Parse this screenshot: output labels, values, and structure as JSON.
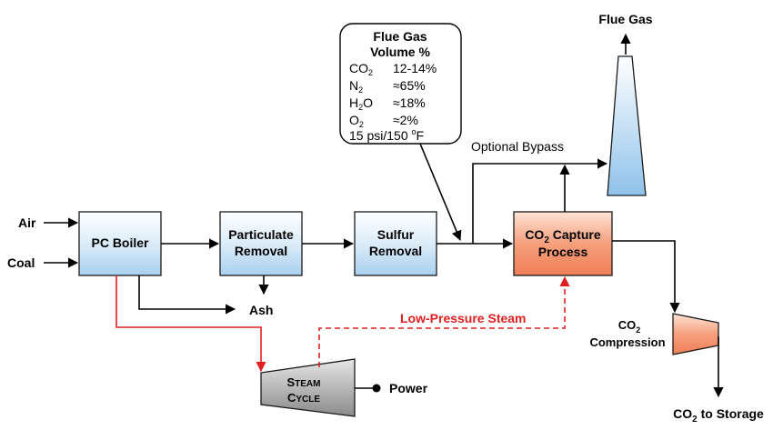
{
  "inputs": {
    "air": "Air",
    "coal": "Coal"
  },
  "boxes": {
    "pc_boiler": "PC Boiler",
    "particulate_1": "Particulate",
    "particulate_2": "Removal",
    "sulfur_1": "Sulfur",
    "sulfur_2": "Removal",
    "capture_co": "CO",
    "capture_sub": "2",
    "capture_1": " Capture",
    "capture_2": "Process"
  },
  "outputs": {
    "ash": "Ash",
    "power": "Power",
    "flue_gas": "Flue Gas",
    "optional_bypass": "Optional Bypass",
    "low_pressure_steam": "Low-Pressure Steam",
    "compression_co": "CO",
    "compression_sub": "2",
    "compression_label": "Compression",
    "storage_co": "CO",
    "storage_sub": "2",
    "storage_label": " to Storage"
  },
  "steam_cycle": {
    "line1_cap": "S",
    "line1_rest": "TEAM",
    "line2_cap": "C",
    "line2_rest": "YCLE"
  },
  "flue_gas_box": {
    "title_1": "Flue Gas",
    "title_2": "Volume %",
    "rows": [
      {
        "base": "CO",
        "sub": "2",
        "value": "12-14%"
      },
      {
        "base": "N",
        "sub": "2",
        "value": "≈65%"
      },
      {
        "base": "H",
        "sub": "2",
        "base2": "O",
        "value": "≈18%"
      },
      {
        "base": "O",
        "sub": "2",
        "value": "≈2%"
      }
    ],
    "conditions_pre": "15 psi/150 ",
    "conditions_sup": "o",
    "conditions_post": "F"
  },
  "colors": {
    "blue_box": "#c9e2f6",
    "orange_box": "#f08a65",
    "red_line": "#e02020",
    "turbine": "#a8a8a8"
  }
}
